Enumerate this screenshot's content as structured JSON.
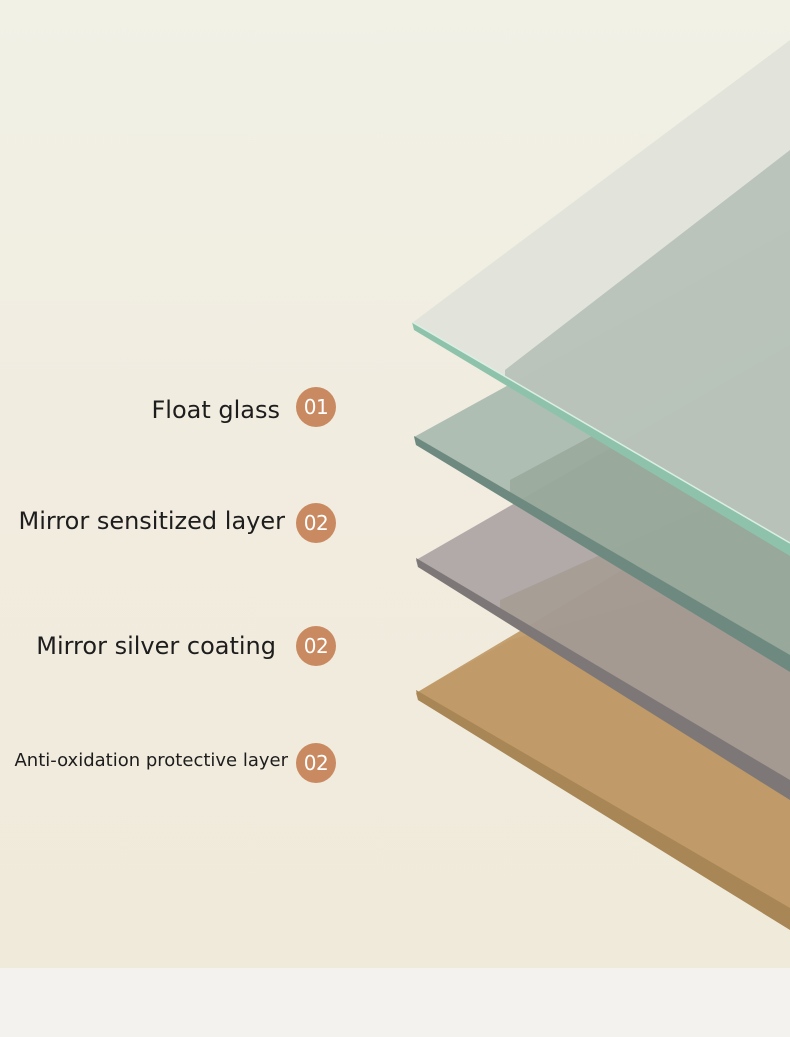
{
  "layers": [
    {
      "label": "Float glass",
      "number": "01"
    },
    {
      "label": "Mirror sensitized layer",
      "number": "02"
    },
    {
      "label": "Mirror silver coating",
      "number": "02"
    },
    {
      "label": "Anti-oxidation protective layer",
      "number": "02"
    }
  ],
  "colors": {
    "badge": "#c98a61",
    "float_glass": "#dfe2d9",
    "sensitized": "#98ad9f",
    "silver": "#a9a3a1",
    "protective": "#c0a070",
    "text": "#1d1d1d"
  }
}
